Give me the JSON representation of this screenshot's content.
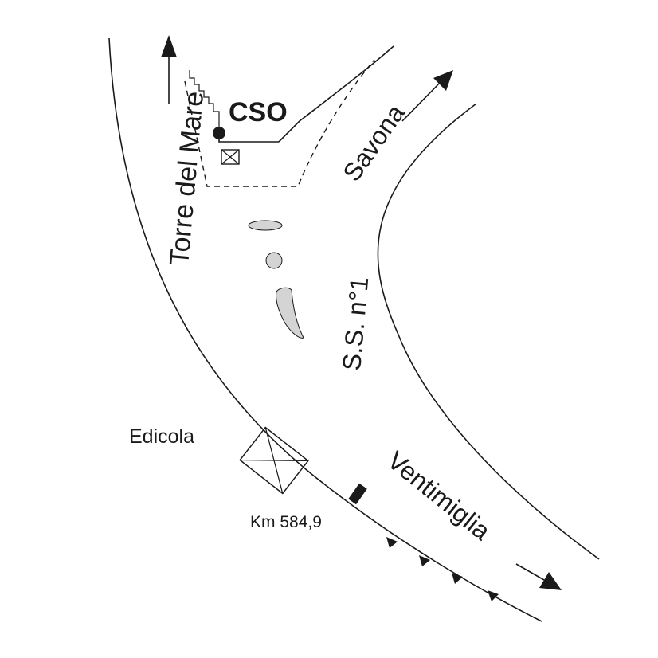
{
  "labels": {
    "torre_del_mare": "Torre del Mare",
    "cso": "CSO",
    "savona": "Savona",
    "ss_n1": "S.S. n°1",
    "edicola": "Edicola",
    "km_marker": "Km 584,9",
    "ventimiglia": "Ventimiglia"
  },
  "colors": {
    "ink": "#1a1a1a",
    "island_fill": "#d4d4d4",
    "background": "#ffffff"
  }
}
